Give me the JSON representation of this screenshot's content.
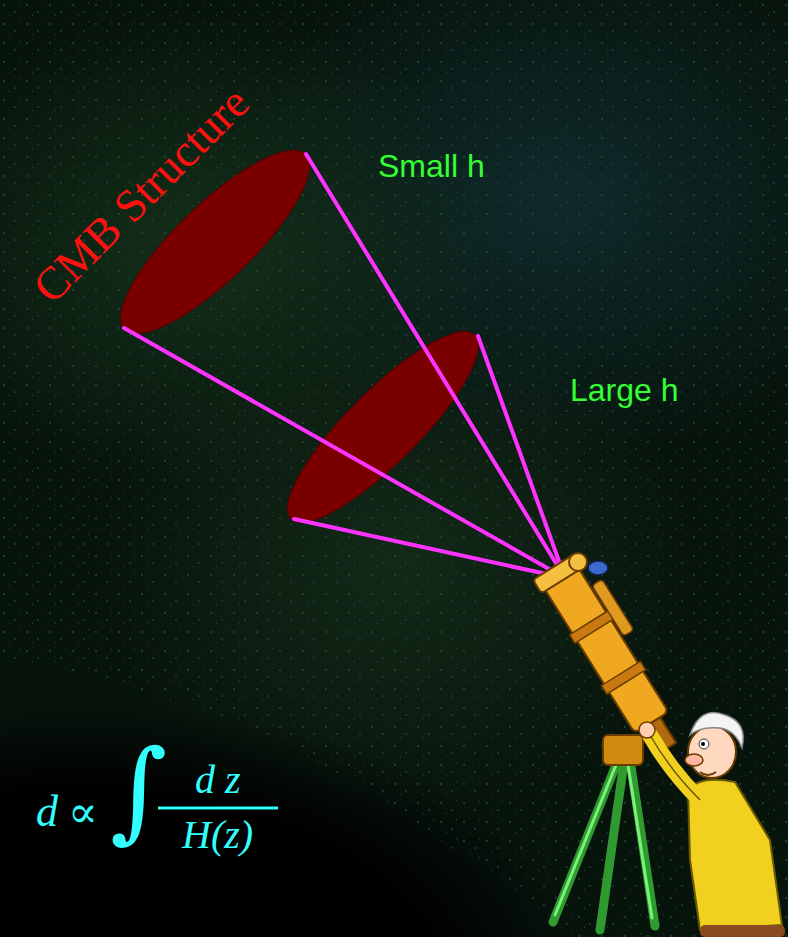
{
  "diagram": {
    "labels": [
      "CMB Structure",
      "Small h",
      "Large h",
      "d",
      "∝",
      "∫",
      "d z",
      "H(z)"
    ]
  }
}
